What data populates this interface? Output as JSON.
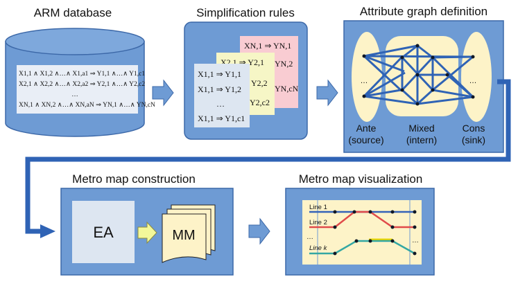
{
  "colors": {
    "panel_blue": "#6e9bd4",
    "panel_border": "#3c68a8",
    "arrow_blue": "#6e9bd4",
    "connector_blue": "#2f63b5",
    "cream": "#fdf3c8",
    "rule_blue": "#dde6f1",
    "rule_yellow": "#f6f6c6",
    "rule_pink": "#f9ccd2",
    "line_blue": "#3563b8",
    "line_red": "#e04a4a",
    "line_teal": "#33a7a3",
    "line_yellow": "#e9d600"
  },
  "titles": {
    "arm_db": "ARM database",
    "simplification": "Simplification rules",
    "graph_def": "Attribute graph definition",
    "metro_construction": "Metro map construction",
    "metro_viz": "Metro map visualization"
  },
  "arm_rules": {
    "r1": "X1,1 ∧ X1,2 ∧…∧ X1,a1 ⇒ Y1,1 ∧…∧ Y1,c1",
    "r2": "X2,1 ∧ X2,2 ∧…∧ X2,a2 ⇒ Y2,1 ∧…∧ Y2,c2",
    "dots": "…",
    "rN": "XN,1 ∧ XN,2 ∧…∧ XN,aN ⇒ YN,1 ∧…∧ YN,cN"
  },
  "cards": {
    "pink1": "XN,1 ⇒ YN,1",
    "pink2": "YN,2",
    "pinkN": "YN,cN",
    "yellow1": "X2,1 ⇒ Y2,1",
    "yellow2": "Y2,2",
    "yellowN": "Y2,c2",
    "blue1": "X1,1 ⇒ Y1,1",
    "blue2": "X1,1 ⇒ Y1,2",
    "blue_dots": "…",
    "blue3": "X1,1 ⇒ Y1,c1"
  },
  "graph": {
    "ante_dots": "…",
    "cons_dots": "…",
    "ante_label": "Ante",
    "ante_sub": "(source)",
    "mixed_label": "Mixed",
    "mixed_sub": "(intern)",
    "cons_label": "Cons",
    "cons_sub": "(sink)"
  },
  "construction": {
    "ea": "EA",
    "mm": "MM"
  },
  "viz": {
    "line1": "Line 1",
    "line2": "Line 2",
    "dots_left": "…",
    "dots_right": "…",
    "linek": "Line k"
  }
}
